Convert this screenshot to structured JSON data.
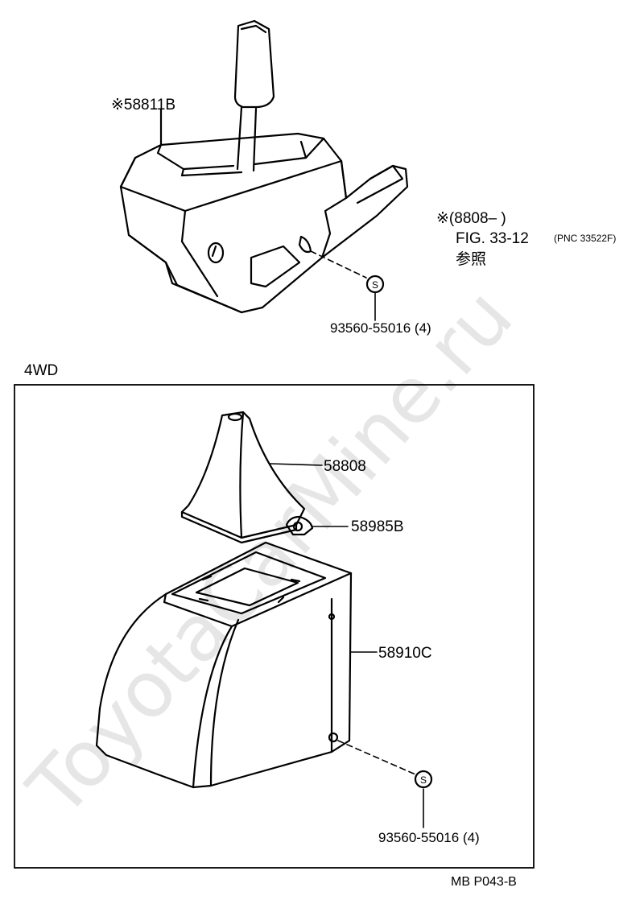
{
  "watermark": "ToyotaCarMine.ru",
  "upper": {
    "part_shift_cover": "※58811B",
    "note_line1": "※(8808–      )",
    "note_line2": "FIG. 33-12",
    "note_pnc": "(PNC 33522F)",
    "note_line3": "参照",
    "screw_symbol": "S",
    "screw_part": "93560-55016 (4)"
  },
  "lower": {
    "section_label": "4WD",
    "part_boot": "58808",
    "part_retainer": "58985B",
    "part_console": "58910C",
    "screw_symbol": "S",
    "screw_part": "93560-55016 (4)"
  },
  "footer": {
    "page_code": "MB  P043-B"
  }
}
